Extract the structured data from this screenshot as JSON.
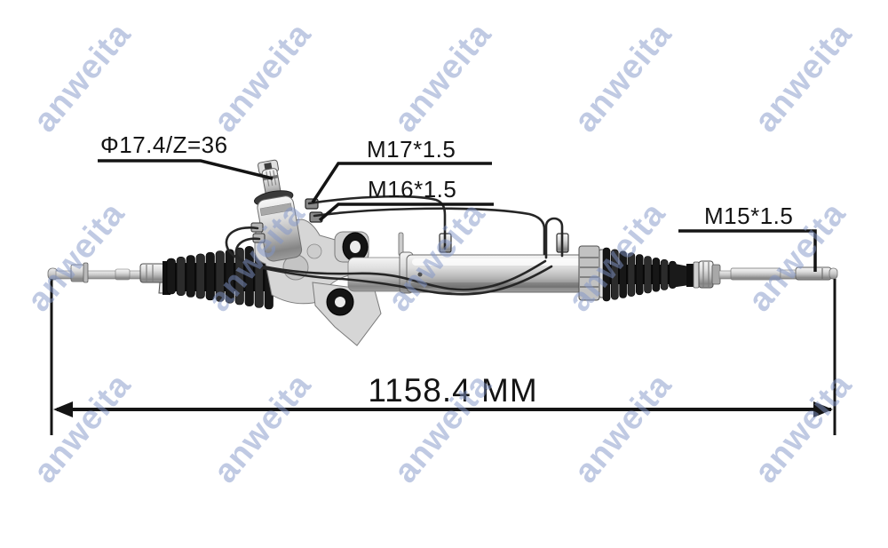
{
  "page": {
    "background": "#ffffff"
  },
  "watermark": {
    "text": "anweita",
    "color": "#8296c9"
  },
  "callouts": {
    "spline": {
      "label": "Φ17.4/Z=36"
    },
    "m17": {
      "label": "M17*1.5"
    },
    "m16": {
      "label": "M16*1.5"
    },
    "m15": {
      "label": "M15*1.5"
    }
  },
  "dimension": {
    "label": "1158.4 MM"
  },
  "colors": {
    "annotation": "#141414",
    "watermark": "#8296c9",
    "boot": "#151515",
    "metal": "#d8d8d8"
  }
}
